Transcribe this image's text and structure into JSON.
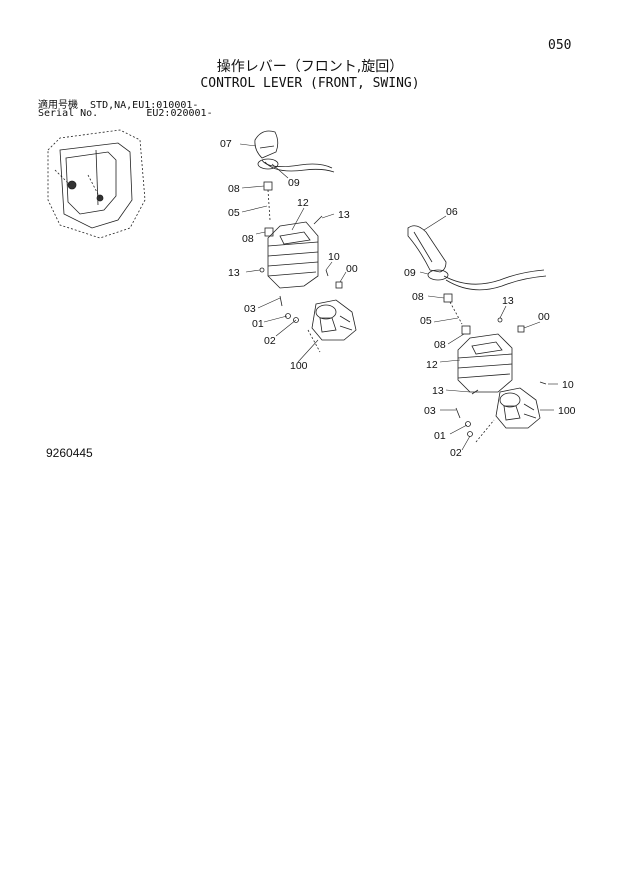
{
  "page_number": "050",
  "title_jp": "操作レバー（フロント,旋回）",
  "title_en": "CONTROL LEVER (FRONT, SWING)",
  "serial": {
    "line1": "適用号機  STD,NA,EU1:010001-",
    "line2": "Serial No.        EU2:020001-"
  },
  "document_id": "9260445",
  "callouts_left": [
    "07",
    "09",
    "08",
    "05",
    "08",
    "12",
    "13",
    "13",
    "10",
    "00",
    "03",
    "01",
    "02",
    "100"
  ],
  "callouts_right": [
    "06",
    "09",
    "08",
    "05",
    "08",
    "13",
    "00",
    "12",
    "13",
    "10",
    "03",
    "01",
    "100",
    "02"
  ]
}
